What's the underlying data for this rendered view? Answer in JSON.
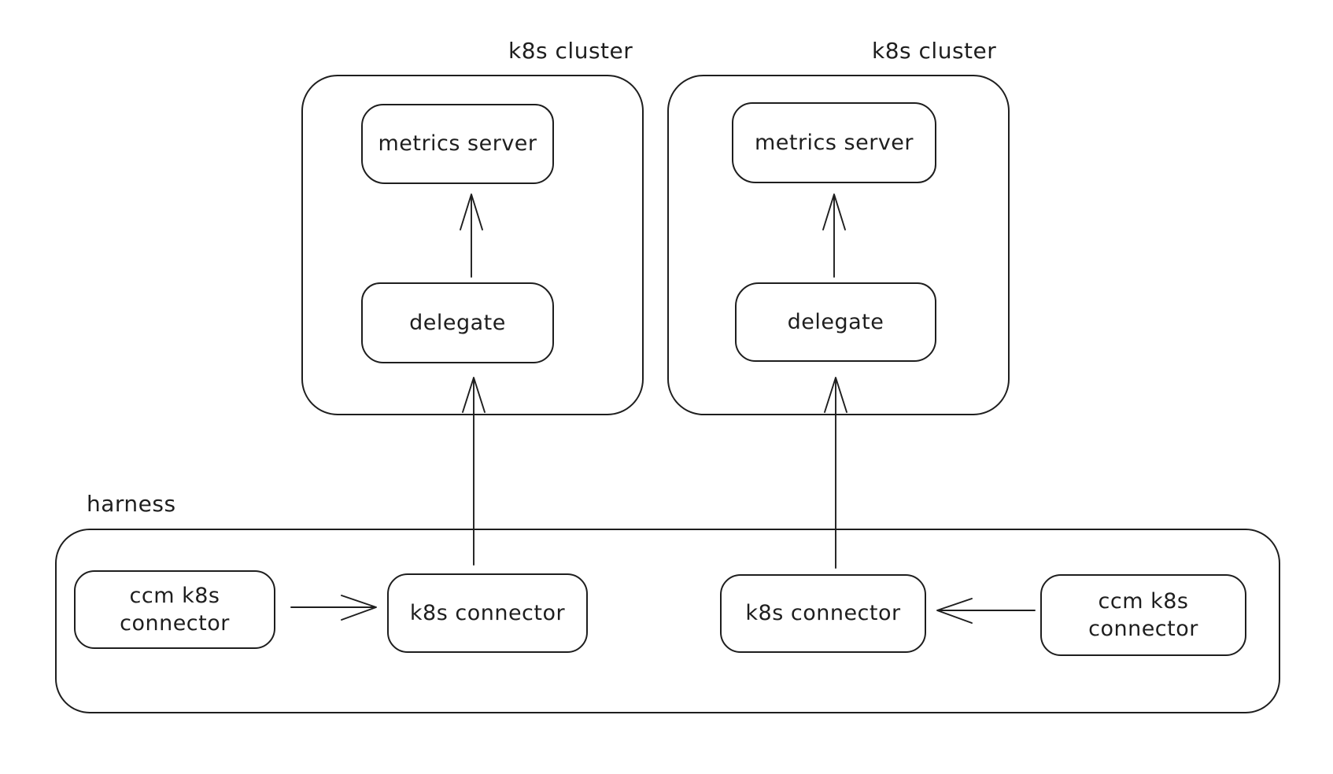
{
  "diagram": {
    "background": "#ffffff",
    "stroke_color": "#1e1e1e",
    "clusters": [
      {
        "label": "k8s cluster",
        "metrics_server": "metrics server",
        "delegate": "delegate"
      },
      {
        "label": "k8s cluster",
        "metrics_server": "metrics server",
        "delegate": "delegate"
      }
    ],
    "harness": {
      "label": "harness",
      "ccm_connector_left": "ccm k8s connector",
      "k8s_connector_left": "k8s connector",
      "k8s_connector_right": "k8s connector",
      "ccm_connector_right": "ccm k8s connector"
    },
    "edges": [
      {
        "from": "delegate (left cluster)",
        "to": "metrics server (left cluster)",
        "direction": "up"
      },
      {
        "from": "delegate (right cluster)",
        "to": "metrics server (right cluster)",
        "direction": "up"
      },
      {
        "from": "k8s connector (left)",
        "to": "delegate (left cluster)",
        "direction": "up"
      },
      {
        "from": "k8s connector (right)",
        "to": "delegate (right cluster)",
        "direction": "up"
      },
      {
        "from": "ccm k8s connector (left)",
        "to": "k8s connector (left)",
        "direction": "right"
      },
      {
        "from": "ccm k8s connector (right)",
        "to": "k8s connector (right)",
        "direction": "left"
      }
    ]
  }
}
